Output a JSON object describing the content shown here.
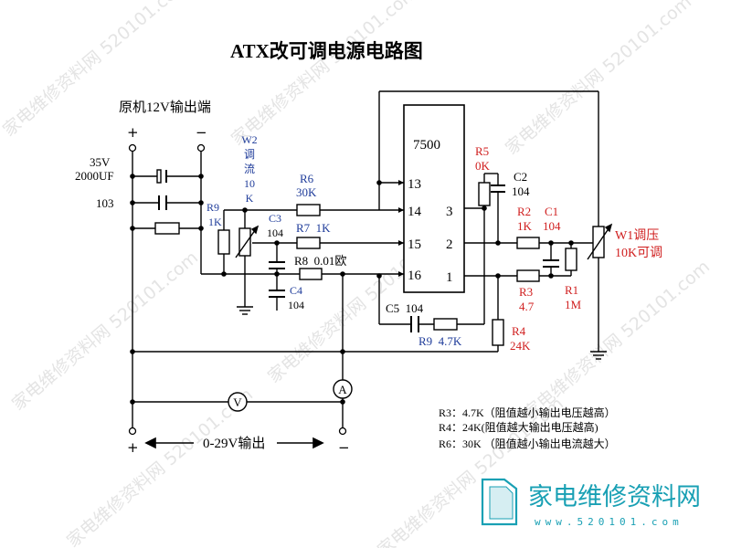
{
  "title": "ATX改可调电源电路图",
  "source_label": "原机12V输出端",
  "terminals": {
    "plus": "+",
    "minus": "−"
  },
  "chip": {
    "name": "7500",
    "pins": [
      "13",
      "14",
      "15",
      "16",
      "3",
      "2",
      "1"
    ]
  },
  "components": {
    "cap_bulk": [
      "35V",
      "2000UF"
    ],
    "cap_103": "103",
    "r9_left": [
      "R9",
      "1K"
    ],
    "w2": [
      "W2",
      "调",
      "流",
      "10",
      "K"
    ],
    "r6": [
      "R6",
      "30K"
    ],
    "c3": [
      "C3",
      "104"
    ],
    "r7": "R7  1K",
    "r8": "R8  0.01欧",
    "c4": [
      "C4",
      "104"
    ],
    "c5": "C5  104",
    "r9_bottom": "R9  4.7K",
    "r5": [
      "R5",
      "0K"
    ],
    "c2": [
      "C2",
      "104"
    ],
    "r2": [
      "R2",
      "1K"
    ],
    "c1": [
      "C1",
      "104"
    ],
    "w1": [
      "W1调压",
      "10K可调"
    ],
    "r3": [
      "R3",
      "4.7"
    ],
    "r1": [
      "R1",
      "1M"
    ],
    "r4": [
      "R4",
      "24K"
    ]
  },
  "meters": {
    "voltmeter": "V",
    "ammeter": "A"
  },
  "output_label": "0-29V输出",
  "notes": [
    "R3：4.7K（阻值越小输出电压越高）",
    "R4：24K(阻值越大输出电压越高)",
    "R6：30K （阻值越小输出电流越大）"
  ],
  "logo": {
    "text": "家电维修资料网",
    "url": "www.520101.com"
  },
  "watermark": "家电维修资料网 520101.com",
  "colors": {
    "line": "#000000",
    "blue": "#1f3c9a",
    "red": "#d01f1f",
    "logo_teal": "#19a0b4",
    "watermark": "#e6e6e6"
  }
}
